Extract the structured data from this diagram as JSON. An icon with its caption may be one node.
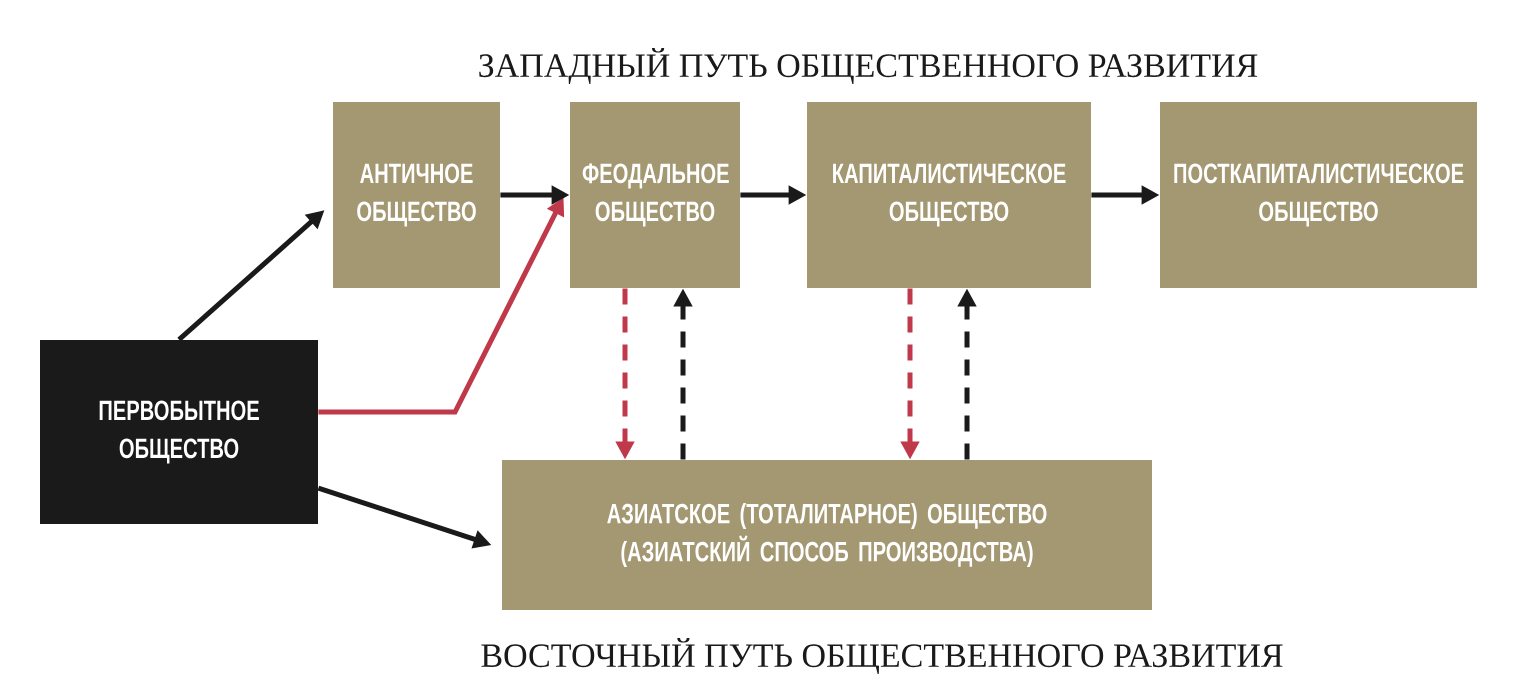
{
  "diagram": {
    "nodes": [
      {
        "text": [
          "АНТИЧНОЕ ОБЩЕСТВО"
        ]
      },
      {
        "text": [
          "ФЕОДАЛЬНОЕ ОБЩЕСТВО"
        ]
      },
      {
        "text": [
          "КАПИТАЛИСТИЧЕСКОЕ ОБЩЕСТВО"
        ]
      },
      {
        "text": [
          "ПОСТКАПИТАЛИСТИЧЕСКОЕ ОБЩЕСТВО"
        ]
      },
      {
        "text": [
          "ПЕРВОБЫТНОЕ ОБЩЕСТВО"
        ]
      },
      {
        "text": [
          "АЗИАТСКОЕ (ТОТАЛИТАРНОЕ) ОБЩЕСТВО (АЗИАТСКИЙ СПОСОБ ПРОИЗВОДСТВА)"
        ]
      }
    ],
    "edges": [
      {
        "from": 4,
        "to": 0,
        "arrow": "to"
      },
      {
        "from": 4,
        "to": 1,
        "arrow": "to",
        "color": "#c0394b"
      },
      {
        "from": 4,
        "to": 5,
        "arrow": "to"
      },
      {
        "from": 0,
        "to": 1,
        "arrow": "to"
      },
      {
        "from": 1,
        "to": 2,
        "arrow": "to"
      },
      {
        "from": 2,
        "to": 3,
        "arrow": "to"
      },
      {
        "from": 1,
        "to": 5,
        "arrow": "to",
        "style": "dashed",
        "color": "#c0394b"
      },
      {
        "from": 5,
        "to": 1,
        "arrow": "to",
        "style": "dashed"
      },
      {
        "from": 2,
        "to": 5,
        "arrow": "to",
        "style": "dashed",
        "color": "#c0394b"
      },
      {
        "from": 5,
        "to": 2,
        "arrow": "to",
        "style": "dashed"
      }
    ],
    "labels": [
      "ЗАПАДНЫЙ ПУТЬ ОБЩЕСТВЕННОГО РАЗВИТИЯ",
      "ВОСТОЧНЫЙ ПУТЬ ОБЩЕСТВЕННОГО РАЗВИТИЯ"
    ]
  }
}
